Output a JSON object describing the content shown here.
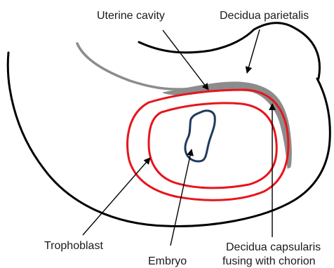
{
  "labels": {
    "uterine_cavity": "Uterine cavity",
    "decidua_parietalis": "Decidua parietalis",
    "trophoblast": "Trophoblast",
    "embryo": "Embryo",
    "decidua_capsularis_line1": "Decidua capsularis",
    "decidua_capsularis_line2": "fusing with chorion"
  },
  "colors": {
    "outline": "#000000",
    "decidua": "#8c8c8c",
    "trophoblast": "#e8141c",
    "embryo": "#1f3a5f"
  }
}
